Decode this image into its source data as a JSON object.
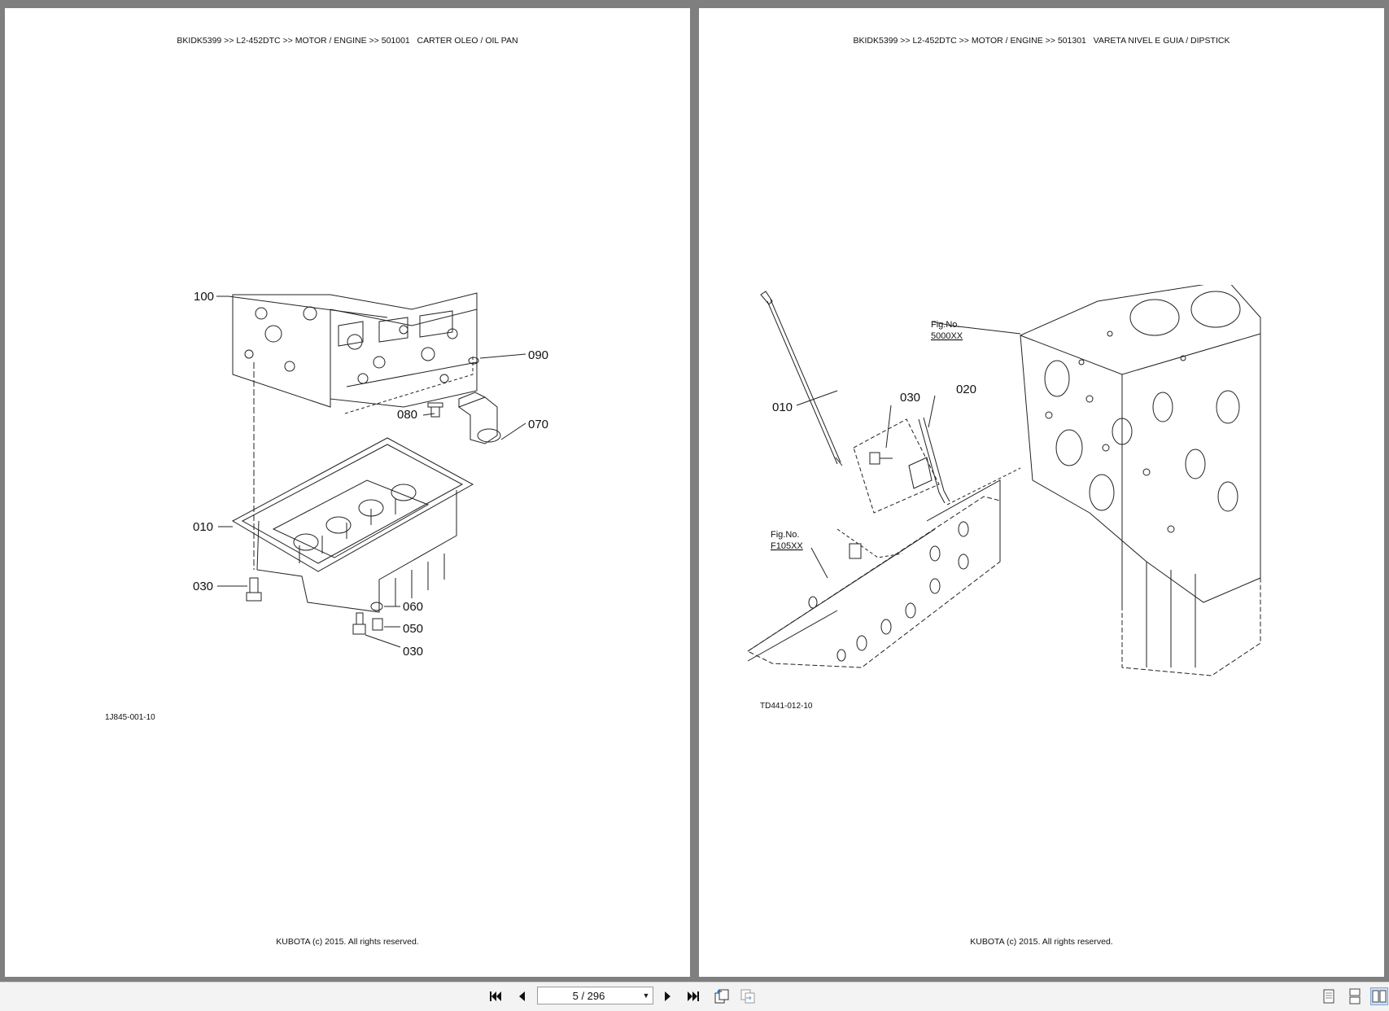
{
  "pages": [
    {
      "header": "BKIDK5399 >> L2-452DTC >> MOTOR / ENGINE >> 501001   CARTER OLEO / OIL PAN",
      "fig_code": "1J845-001-10",
      "footer": "KUBOTA (c) 2015. All rights reserved.",
      "callouts": [
        "100",
        "090",
        "080",
        "070",
        "010",
        "030",
        "060",
        "050",
        "030"
      ]
    },
    {
      "header": "BKIDK5399 >> L2-452DTC >> MOTOR / ENGINE >> 501301   VARETA NIVEL E GUIA / DIPSTICK",
      "fig_code": "TD441-012-10",
      "footer": "KUBOTA (c) 2015. All rights reserved.",
      "callouts": [
        "010",
        "030",
        "020"
      ],
      "fig_refs": [
        {
          "label": "Fig.No.",
          "code": "5000XX"
        },
        {
          "label": "Fig.No.",
          "code": "F105XX"
        }
      ]
    }
  ],
  "toolbar": {
    "page_indicator": "5 / 296",
    "icons": [
      "first-page-icon",
      "prev-page-icon",
      "next-page-icon",
      "last-page-icon",
      "go-back-view-icon",
      "go-forward-view-icon",
      "single-page-view-icon",
      "continuous-view-icon",
      "two-page-view-icon"
    ]
  }
}
